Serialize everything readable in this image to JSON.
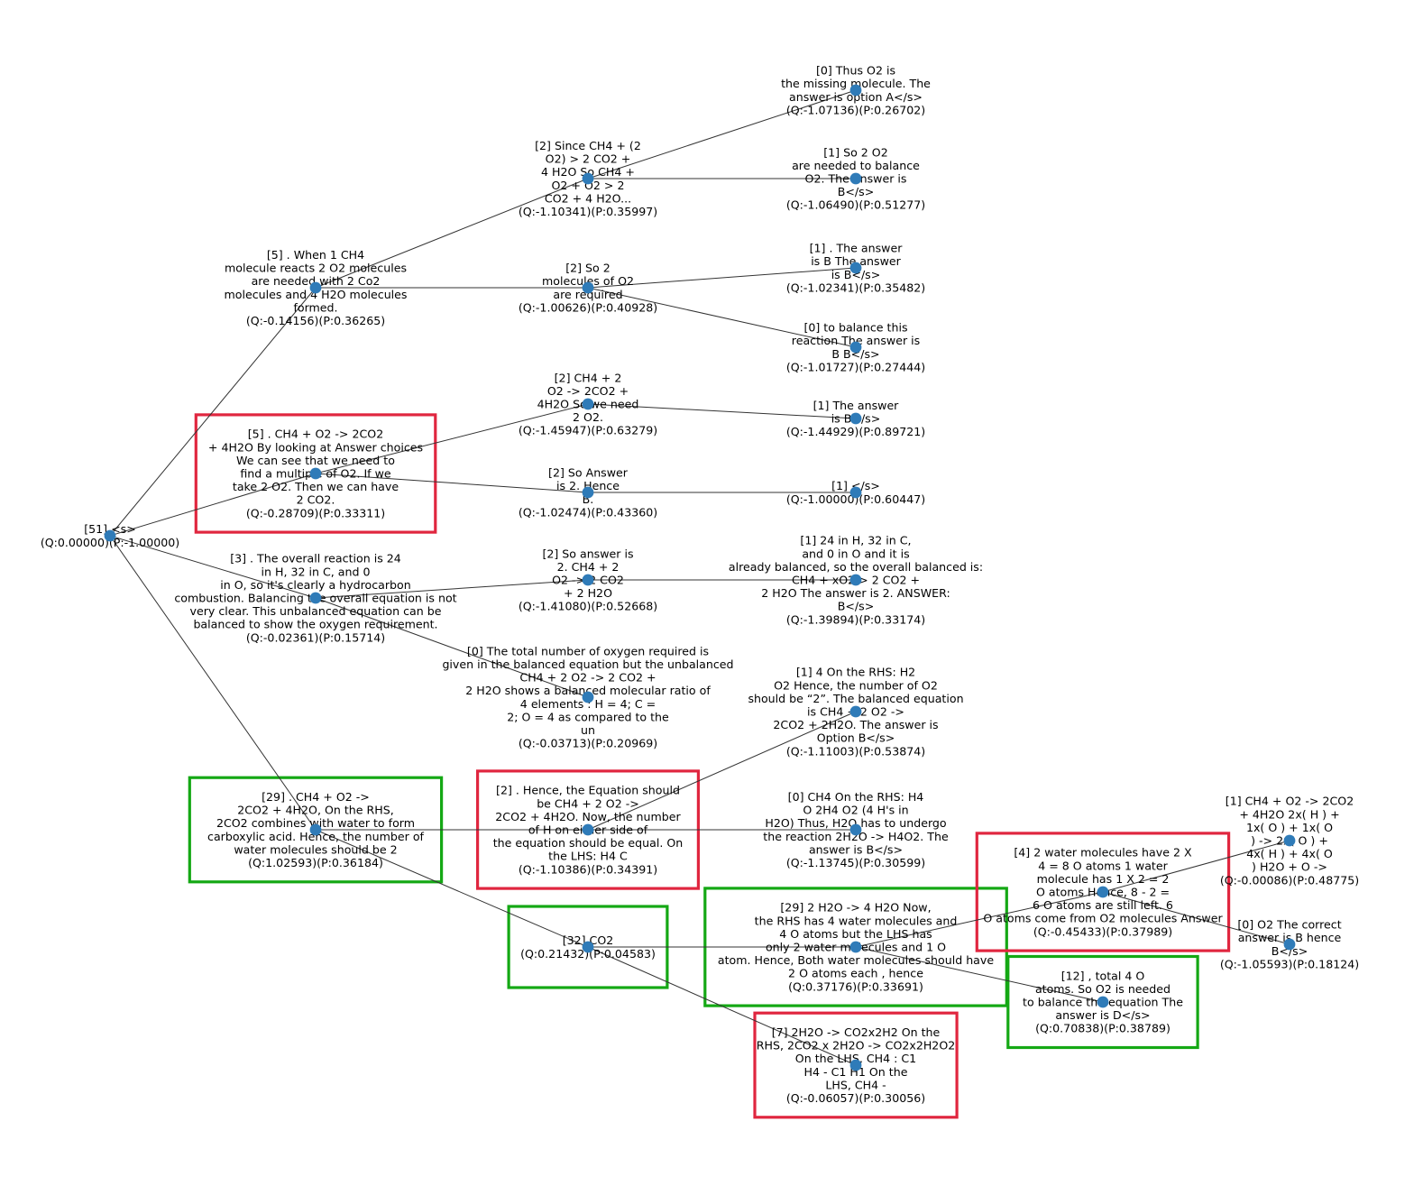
{
  "colors": {
    "node": "#2f7bb8",
    "edge": "#333333",
    "highlight_red": "#e0263f",
    "highlight_green": "#14a814",
    "text": "#000000"
  },
  "nodes": [
    {
      "id": "root",
      "lines": [
        "[51] <s>",
        "(Q:0.00000)(P:-1.00000)"
      ]
    },
    {
      "id": "n1",
      "lines": [
        "[5] . When 1 CH4",
        "molecule reacts 2 O2 molecules",
        "are needed with 2 Co2",
        "molecules and 4 H2O molecules",
        "formed.",
        "(Q:-0.14156)(P:0.36265)"
      ]
    },
    {
      "id": "n2",
      "lines": [
        "[5] . CH4 + O2 -> 2CO2",
        "+ 4H2O By looking at Answer choices",
        "We can see that we need to",
        "find a multiple of O2. If we",
        "take 2 O2. Then we can have",
        "2 CO2.",
        "(Q:-0.28709)(P:0.33311)"
      ]
    },
    {
      "id": "n3",
      "lines": [
        "[3] . The overall reaction is 24",
        "in H, 32 in C, and 0",
        "in O, so it's clearly a hydrocarbon",
        "combustion. Balancing the overall equation is not",
        "very clear. This unbalanced equation can be",
        "balanced to show the oxygen requirement.",
        "(Q:-0.02361)(P:0.15714)"
      ]
    },
    {
      "id": "n4",
      "lines": [
        "[29] . CH4 + O2 ->",
        "2CO2 + 4H2O, On the RHS,",
        "2CO2 combines with water to form",
        "carboxylic acid. Hence, the number of",
        "water molecules should be 2",
        "(Q:1.02593)(P:0.36184)"
      ]
    },
    {
      "id": "n1a",
      "lines": [
        "[2] Since CH4 + (2",
        "O2) > 2 CO2 +",
        "4 H2O So CH4 +",
        "O2 + O2 > 2",
        "CO2 + 4 H2O...",
        "(Q:-1.10341)(P:0.35997)"
      ]
    },
    {
      "id": "n1b",
      "lines": [
        "[2] So 2",
        "molecules of O2",
        "are required",
        "(Q:-1.00626)(P:0.40928)"
      ]
    },
    {
      "id": "n2a",
      "lines": [
        "[2] CH4 + 2",
        "O2 -> 2CO2 +",
        "4H2O So we need",
        "2 O2.",
        "(Q:-1.45947)(P:0.63279)"
      ]
    },
    {
      "id": "n2b",
      "lines": [
        "[2] So Answer",
        "is 2. Hence",
        "B.",
        "(Q:-1.02474)(P:0.43360)"
      ]
    },
    {
      "id": "n3a",
      "lines": [
        "[2] So answer is",
        "2. CH4 + 2",
        "O2 -> 2 CO2",
        "+ 2 H2O",
        "(Q:-1.41080)(P:0.52668)"
      ]
    },
    {
      "id": "n3b",
      "lines": [
        "[0] The total number of oxygen required is",
        "given in the balanced equation but the unbalanced",
        "CH4 + 2 O2 -> 2 CO2 +",
        "2 H2O shows a balanced molecular ratio of",
        "4 elements : H = 4; C =",
        "2; O = 4 as compared to the",
        "un",
        "(Q:-0.03713)(P:0.20969)"
      ]
    },
    {
      "id": "n4a",
      "lines": [
        "[2] . Hence, the Equation should",
        "be CH4 + 2 O2 ->",
        "2CO2 + 4H2O. Now, the number",
        "of H on either side of",
        "the equation should be equal. On",
        "the LHS: H4 C",
        "(Q:-1.10386)(P:0.34391)"
      ]
    },
    {
      "id": "n4b",
      "lines": [
        "[32] CO2",
        "(Q:0.21432)(P:0.04583)"
      ]
    },
    {
      "id": "l1",
      "lines": [
        "[0] Thus O2 is",
        "the missing molecule. The",
        "answer is option A</s>",
        "(Q:-1.07136)(P:0.26702)"
      ]
    },
    {
      "id": "l2",
      "lines": [
        "[1] So 2 O2",
        "are needed to balance",
        "O2. The answer is",
        "B</s>",
        "(Q:-1.06490)(P:0.51277)"
      ]
    },
    {
      "id": "l3",
      "lines": [
        "[1] . The answer",
        "is B The answer",
        "is B</s>",
        "(Q:-1.02341)(P:0.35482)"
      ]
    },
    {
      "id": "l4",
      "lines": [
        "[0] to balance this",
        "reaction The answer is",
        "B B</s>",
        "(Q:-1.01727)(P:0.27444)"
      ]
    },
    {
      "id": "l5",
      "lines": [
        "[1] The answer",
        "is B</s>",
        "(Q:-1.44929)(P:0.89721)"
      ]
    },
    {
      "id": "l6",
      "lines": [
        "[1] </s>",
        "(Q:-1.00000)(P:0.60447)"
      ]
    },
    {
      "id": "l7",
      "lines": [
        "[1] 24 in H, 32 in C,",
        "and 0 in O and it is",
        "already balanced, so the overall balanced is:",
        "CH4 + xO2 > 2 CO2 +",
        "2 H2O The answer is 2. ANSWER:",
        "B</s>",
        "(Q:-1.39894)(P:0.33174)"
      ]
    },
    {
      "id": "l8",
      "lines": [
        "[1] 4 On the RHS: H2",
        "O2 Hence, the number of O2",
        "should be “2”. The balanced equation",
        "is CH4 + 2 O2 ->",
        "2CO2 + 2H2O. The answer is",
        "Option B</s>",
        "(Q:-1.11003)(P:0.53874)"
      ]
    },
    {
      "id": "l9",
      "lines": [
        "[0] CH4 On the RHS: H4",
        "O 2H4 O2 (4 H's in",
        "H2O) Thus, H2O has to undergo",
        "the reaction 2H2O -> H4O2. The",
        "answer is B</s>",
        "(Q:-1.13745)(P:0.30599)"
      ]
    },
    {
      "id": "n5",
      "lines": [
        "[29] 2 H2O -> 4 H2O Now,",
        "the RHS has 4 water molecules and",
        "4 O atoms but the LHS has",
        "only 2 water molecules and 1 O",
        "atom. Hence, Both water molecules should have",
        "2 O atoms each , hence",
        "(Q:0.37176)(P:0.33691)"
      ]
    },
    {
      "id": "l10",
      "lines": [
        "[7] 2H2O -> CO2x2H2 On the",
        "RHS, 2CO2 x 2H2O -> CO2x2H2O2",
        "On the LHS, CH4 : C1",
        "H4 - C1 H1 On the",
        "LHS, CH4 -",
        "(Q:-0.06057)(P:0.30056)"
      ]
    },
    {
      "id": "n6",
      "lines": [
        "[4] 2 water molecules have 2 X",
        "4 = 8 O atoms 1 water",
        "molecule has 1 X 2 = 2",
        "O atoms Hence, 8 - 2 =",
        "6 O atoms are still left. 6",
        "O atoms come from O2 molecules Answer",
        "(Q:-0.45433)(P:0.37989)"
      ]
    },
    {
      "id": "l11",
      "lines": [
        "[12] , total 4 O",
        "atoms. So O2 is needed",
        "to balance the equation The",
        "answer is D</s>",
        "(Q:0.70838)(P:0.38789)"
      ]
    },
    {
      "id": "l12",
      "lines": [
        "[1] CH4 + O2 -> 2CO2",
        "+ 4H2O 2x( H ) +",
        "1x( O ) + 1x( O",
        ") -> 2x( O ) +",
        "4x( H ) + 4x( O",
        ") H2O + O ->",
        "(Q:-0.00086)(P:0.48775)"
      ]
    },
    {
      "id": "l13",
      "lines": [
        "[0] O2 The correct",
        "answer is B hence",
        "B</s>",
        "(Q:-1.05593)(P:0.18124)"
      ]
    }
  ],
  "edges": [
    [
      "root",
      "n1"
    ],
    [
      "root",
      "n2"
    ],
    [
      "root",
      "n3"
    ],
    [
      "root",
      "n4"
    ],
    [
      "n1",
      "n1a"
    ],
    [
      "n1",
      "n1b"
    ],
    [
      "n2",
      "n2a"
    ],
    [
      "n2",
      "n2b"
    ],
    [
      "n3",
      "n3a"
    ],
    [
      "n3",
      "n3b"
    ],
    [
      "n4",
      "n4a"
    ],
    [
      "n4",
      "n4b"
    ],
    [
      "n1a",
      "l1"
    ],
    [
      "n1a",
      "l2"
    ],
    [
      "n1b",
      "l3"
    ],
    [
      "n1b",
      "l4"
    ],
    [
      "n2a",
      "l5"
    ],
    [
      "n2b",
      "l6"
    ],
    [
      "n3a",
      "l7"
    ],
    [
      "n4a",
      "l8"
    ],
    [
      "n4a",
      "l9"
    ],
    [
      "n4b",
      "n5"
    ],
    [
      "n4b",
      "l10"
    ],
    [
      "n5",
      "n6"
    ],
    [
      "n5",
      "l11"
    ],
    [
      "n6",
      "l12"
    ],
    [
      "n6",
      "l13"
    ]
  ],
  "highlights": [
    {
      "node": "n2",
      "color": "red"
    },
    {
      "node": "n4",
      "color": "green"
    },
    {
      "node": "n4a",
      "color": "red"
    },
    {
      "node": "n4b",
      "color": "green"
    },
    {
      "node": "n5",
      "color": "green"
    },
    {
      "node": "l10",
      "color": "red"
    },
    {
      "node": "n6",
      "color": "red"
    },
    {
      "node": "l11",
      "color": "green"
    }
  ]
}
